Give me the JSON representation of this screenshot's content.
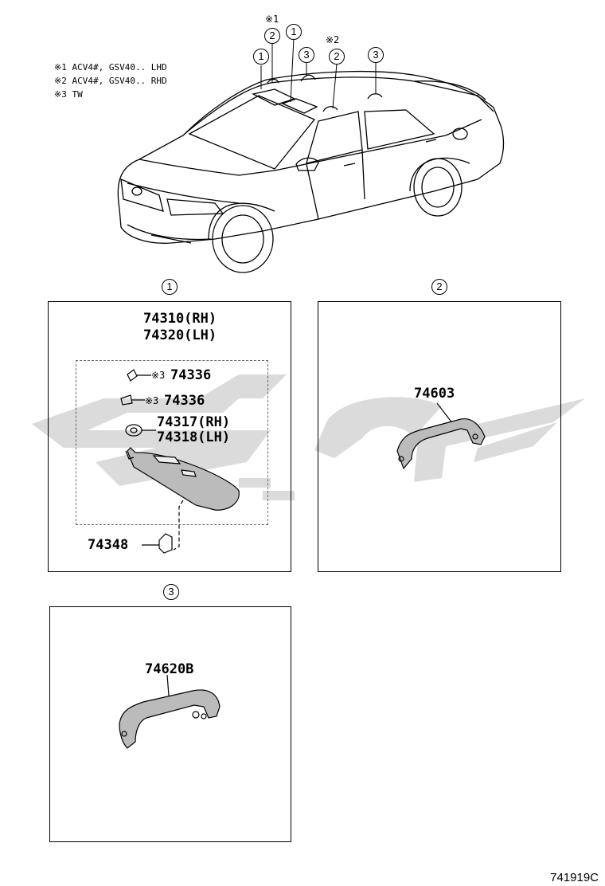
{
  "legend": [
    {
      "mark": "※1",
      "text": "ACV4#, GSV40.. LHD"
    },
    {
      "mark": "※2",
      "text": "ACV4#, GSV40.. RHD"
    },
    {
      "mark": "※3",
      "text": "TW"
    }
  ],
  "car_callouts": {
    "c1a": "1",
    "c2a": "2",
    "c1b": "1",
    "c3a": "3",
    "c2b": "2",
    "c3b": "3",
    "note1": "※1",
    "note2": "※2"
  },
  "panel1": {
    "callout": "1",
    "header_rh": "74310(RH)",
    "header_lh": "74320(LH)",
    "clip1_note": "※3",
    "clip1_part": "74336",
    "clip2_note": "※3",
    "clip2_part": "74336",
    "holder_rh": "74317(RH)",
    "holder_lh": "74318(LH)",
    "bracket": "74348"
  },
  "panel2": {
    "callout": "2",
    "part": "74603"
  },
  "panel3": {
    "callout": "3",
    "part": "74620B"
  },
  "diagram_code": "741919C"
}
